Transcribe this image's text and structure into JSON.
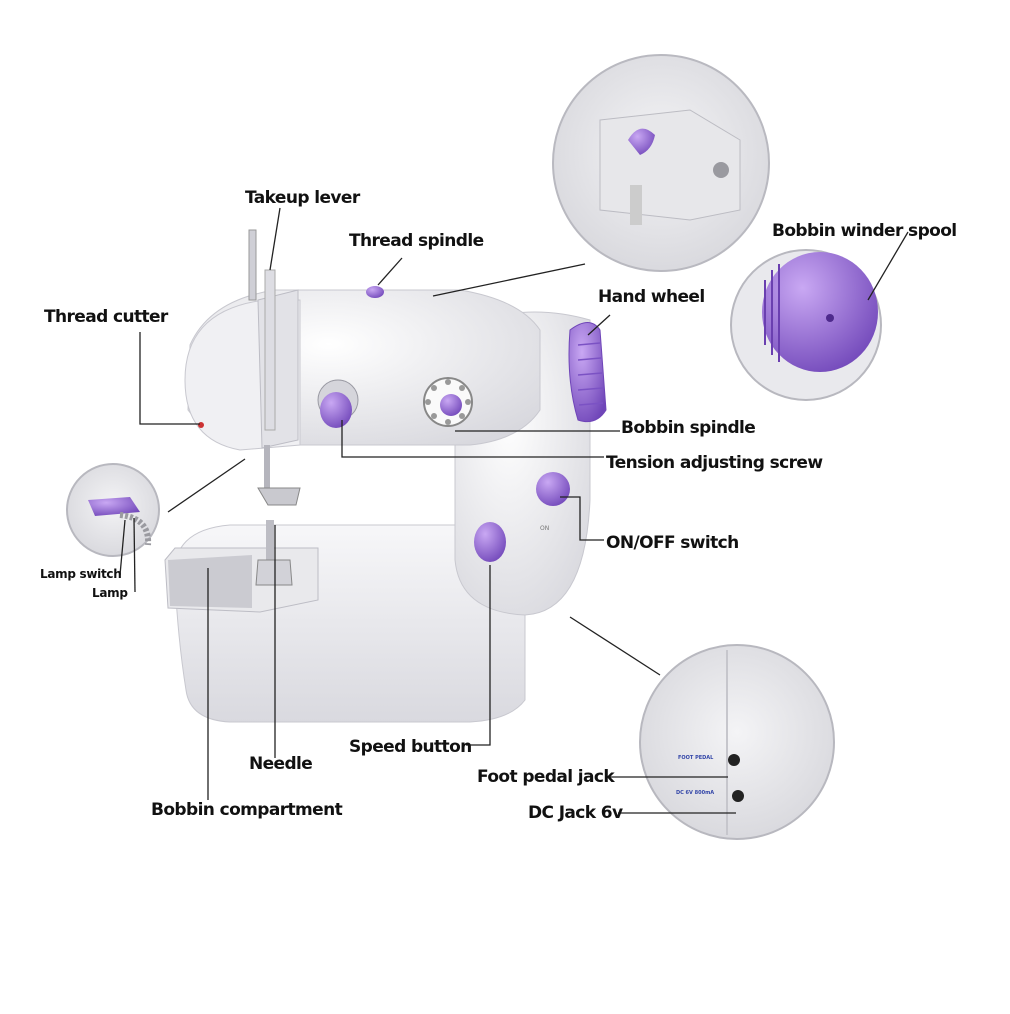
{
  "colors": {
    "background": "#ffffff",
    "accent_purple": "#9b72d8",
    "accent_purple_dark": "#6f45b8",
    "body_white": "#f4f4f6",
    "body_shade": "#dcdce2",
    "leader_line": "#222222"
  },
  "labels": {
    "takeup_lever": "Takeup lever",
    "thread_spindle": "Thread spindle",
    "bobbin_winder_spool": "Bobbin winder spool",
    "thread_cutter": "Thread cutter",
    "hand_wheel": "Hand wheel",
    "bobbin_spindle": "Bobbin spindle",
    "tension_adjusting_screw": "Tension adjusting screw",
    "on_off_switch": "ON/OFF switch",
    "lamp_switch": "Lamp switch",
    "lamp": "Lamp",
    "speed_button": "Speed button",
    "needle": "Needle",
    "foot_pedal_jack": "Foot pedal jack",
    "bobbin_compartment": "Bobbin compartment",
    "dc_jack": "DC Jack 6v"
  },
  "jack_panel": {
    "foot_pedal_text": "FOOT PEDAL",
    "dc_text": "DC 6V 800mA"
  },
  "icons": {
    "machine": "sewing-machine-icon",
    "zoom_top": "zoom-circle-icon",
    "zoom_spool": "zoom-circle-icon",
    "zoom_lamp": "zoom-circle-icon",
    "zoom_jacks": "zoom-circle-icon"
  }
}
